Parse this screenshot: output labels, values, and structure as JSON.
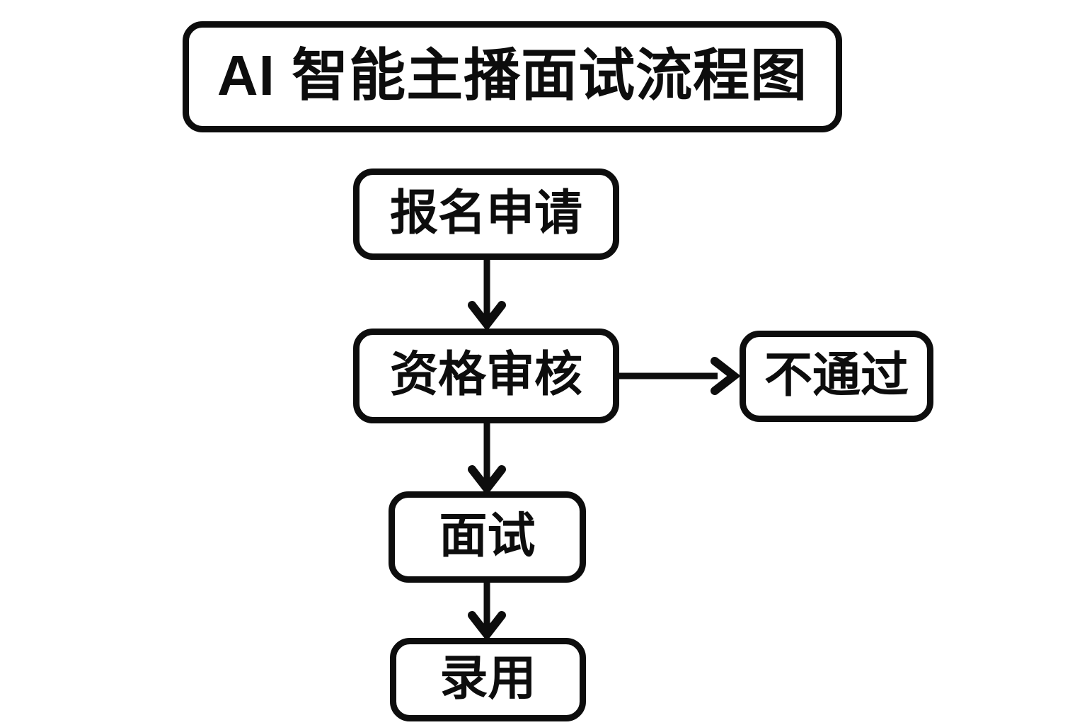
{
  "colors": {
    "background": "#ffffff",
    "ink": "#0d0d0d"
  },
  "title": {
    "label": "AI 智能主播面试流程图"
  },
  "nodes": [
    {
      "id": "apply",
      "label": "报名申请"
    },
    {
      "id": "review",
      "label": "资格审核"
    },
    {
      "id": "reject",
      "label": "不通过"
    },
    {
      "id": "interview",
      "label": "面试"
    },
    {
      "id": "hire",
      "label": "录用"
    }
  ],
  "edges": [
    {
      "from": "apply",
      "to": "review",
      "direction": "down"
    },
    {
      "from": "review",
      "to": "reject",
      "direction": "right"
    },
    {
      "from": "review",
      "to": "interview",
      "direction": "down"
    },
    {
      "from": "interview",
      "to": "hire",
      "direction": "down"
    }
  ]
}
